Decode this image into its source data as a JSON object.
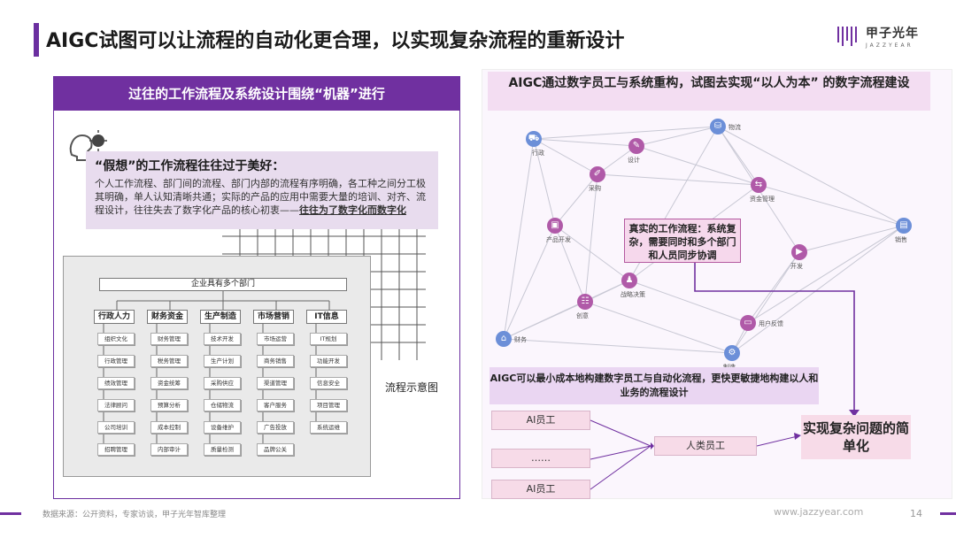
{
  "header": {
    "title": "AIGC试图可以让流程的自动化更合理，以实现复杂流程的重新设计",
    "logo_cn": "甲子光年",
    "logo_en": "JAZZYEAR"
  },
  "left": {
    "header": "过往的工作流程及系统设计围绕“机器”进行",
    "assumption_title": "“假想”的工作流程往往过于美好：",
    "assumption_body": "个人工作流程、部门间的流程、部门内部的流程有序明确，各工种之间分工极其明确，单人认知清晰共通；实际的产品的应用中需要大量的培训、对齐、流程设计，往往失去了数字化产品的核心初衷——",
    "assumption_emph": "往往为了数字化而数字化",
    "org_top": "企业具有多个部门",
    "departments": [
      {
        "name": "行政人力",
        "items": [
          "组织文化",
          "行政管理",
          "绩效管理",
          "法律顾问",
          "公司培训",
          "招聘管理"
        ]
      },
      {
        "name": "财务资金",
        "items": [
          "财务管理",
          "税务管理",
          "资金统筹",
          "预算分析",
          "成本控制",
          "内部审计"
        ]
      },
      {
        "name": "生产制造",
        "items": [
          "技术开发",
          "生产计划",
          "采购供应",
          "仓储物流",
          "设备维护",
          "质量检测"
        ]
      },
      {
        "name": "市场营销",
        "items": [
          "市场运营",
          "商务销售",
          "渠道管理",
          "客户服务",
          "广告投放",
          "品牌公关"
        ]
      },
      {
        "name": "IT信息",
        "items": [
          "IT规划",
          "功能开发",
          "信息安全",
          "项目管理",
          "系统运维"
        ]
      }
    ],
    "flow_label": "流程示意图"
  },
  "right": {
    "title": "AIGC通过数字员工与系统重构，试图去实现“以人为本” 的数字流程建设",
    "nodes": [
      {
        "label": "行政",
        "color": "#6c8fd8"
      },
      {
        "label": "物流",
        "color": "#6c8fd8"
      },
      {
        "label": "设计",
        "color": "#b05aa8"
      },
      {
        "label": "采购",
        "color": "#b05aa8"
      },
      {
        "label": "资金管理",
        "color": "#b05aa8"
      },
      {
        "label": "产品开发",
        "color": "#b05aa8"
      },
      {
        "label": "销售",
        "color": "#6c8fd8"
      },
      {
        "label": "开发",
        "color": "#b05aa8"
      },
      {
        "label": "战略决策",
        "color": "#b05aa8"
      },
      {
        "label": "创意",
        "color": "#b05aa8"
      },
      {
        "label": "用户反馈",
        "color": "#b05aa8"
      },
      {
        "label": "财务",
        "color": "#6c8fd8"
      },
      {
        "label": "制造",
        "color": "#6c8fd8"
      }
    ],
    "real_flow": "真实的工作流程：系统复杂，需要同时和多个部门和人员同步协调",
    "aigc_box": "AIGC可以最小成本地构建数字员工与自动化流程，更快更敏捷地构建以人和业务的流程设计",
    "ai_worker_1": "AI员工",
    "ai_dots": "……",
    "ai_worker_2": "AI员工",
    "human_worker": "人类员工",
    "result": "实现复杂问题的简单化"
  },
  "footer": {
    "source": "数据来源：公开资料，专家访谈，甲子光年智库整理",
    "url": "www.jazzyear.com",
    "page": "14"
  }
}
